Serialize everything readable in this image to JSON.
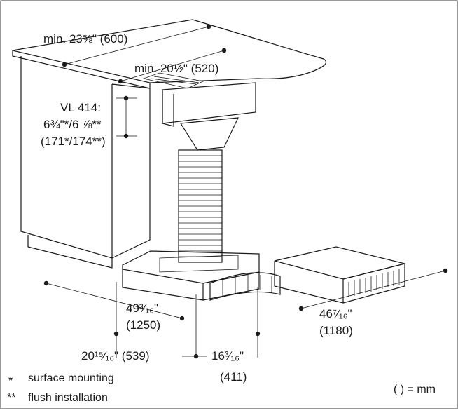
{
  "dimensions": {
    "top_width": "min. 23⅝\" (600)",
    "top_depth": "min. 20½\" (520)",
    "vl_model": "VL 414:",
    "vl_height": "6¾\"*/6 ⅞**",
    "vl_height_mm": "(171*/174**)",
    "duct_left": "49³⁄₁₆\"",
    "duct_left_mm": "(1250)",
    "duct_right": "46⁷⁄₁₆\"",
    "duct_right_mm": "(1180)",
    "base_left": "20¹⁵⁄₁₆\" (539)",
    "base_right": "16³⁄₁₆\"",
    "base_right_mm": "(411)"
  },
  "legend": {
    "star_mark": "*",
    "star_text": "surface mounting",
    "double_star_mark": "**",
    "double_star_text": "flush installation",
    "units": "( ) = mm"
  },
  "colors": {
    "ink": "#1a1a1a",
    "background": "#ffffff",
    "frame": "#555555"
  }
}
